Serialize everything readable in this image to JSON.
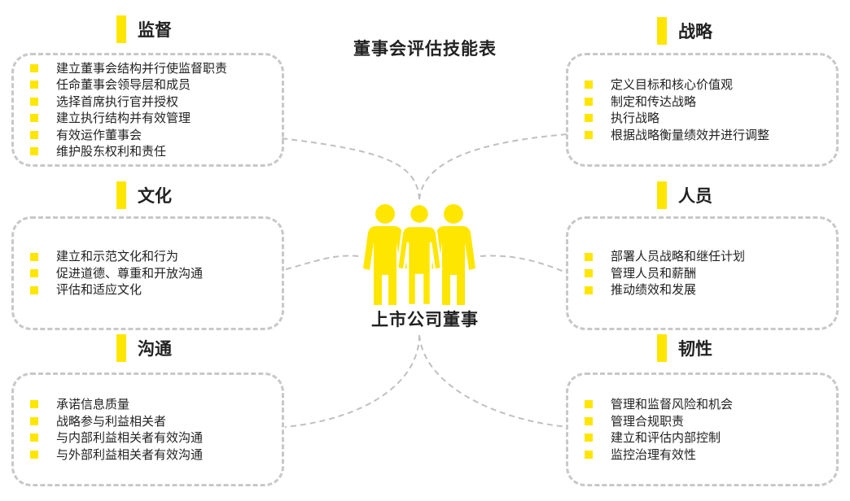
{
  "title": "董事会评估技能表",
  "center": {
    "label": "上市公司董事",
    "icon": "people-group-icon",
    "color": "#FFE600"
  },
  "colors": {
    "accent": "#FFE600",
    "border": "#c8c8c8",
    "connector": "#c0c0c0"
  },
  "sections": {
    "oversight": {
      "title": "监督",
      "items": [
        "建立董事会结构并行使监督职责",
        "任命董事会领导层和成员",
        "选择首席执行官并授权",
        "建立执行结构并有效管理",
        "有效运作董事会",
        "维护股东权利和责任"
      ]
    },
    "culture": {
      "title": "文化",
      "items": [
        "建立和示范文化和行为",
        "促进道德、尊重和开放沟通",
        "评估和适应文化"
      ]
    },
    "communication": {
      "title": "沟通",
      "items": [
        "承诺信息质量",
        "战略参与利益相关者",
        "与内部利益相关者有效沟通",
        "与外部利益相关者有效沟通"
      ]
    },
    "strategy": {
      "title": "战略",
      "items": [
        "定义目标和核心价值观",
        "制定和传达战略",
        "执行战略",
        "根据战略衡量绩效并进行调整"
      ]
    },
    "people": {
      "title": "人员",
      "items": [
        "部署人员战略和继任计划",
        "管理人员和薪酬",
        "推动绩效和发展"
      ]
    },
    "resilience": {
      "title": "韧性",
      "items": [
        "管理和监督风险和机会",
        "管理合规职责",
        "建立和评估内部控制",
        "监控治理有效性"
      ]
    }
  }
}
